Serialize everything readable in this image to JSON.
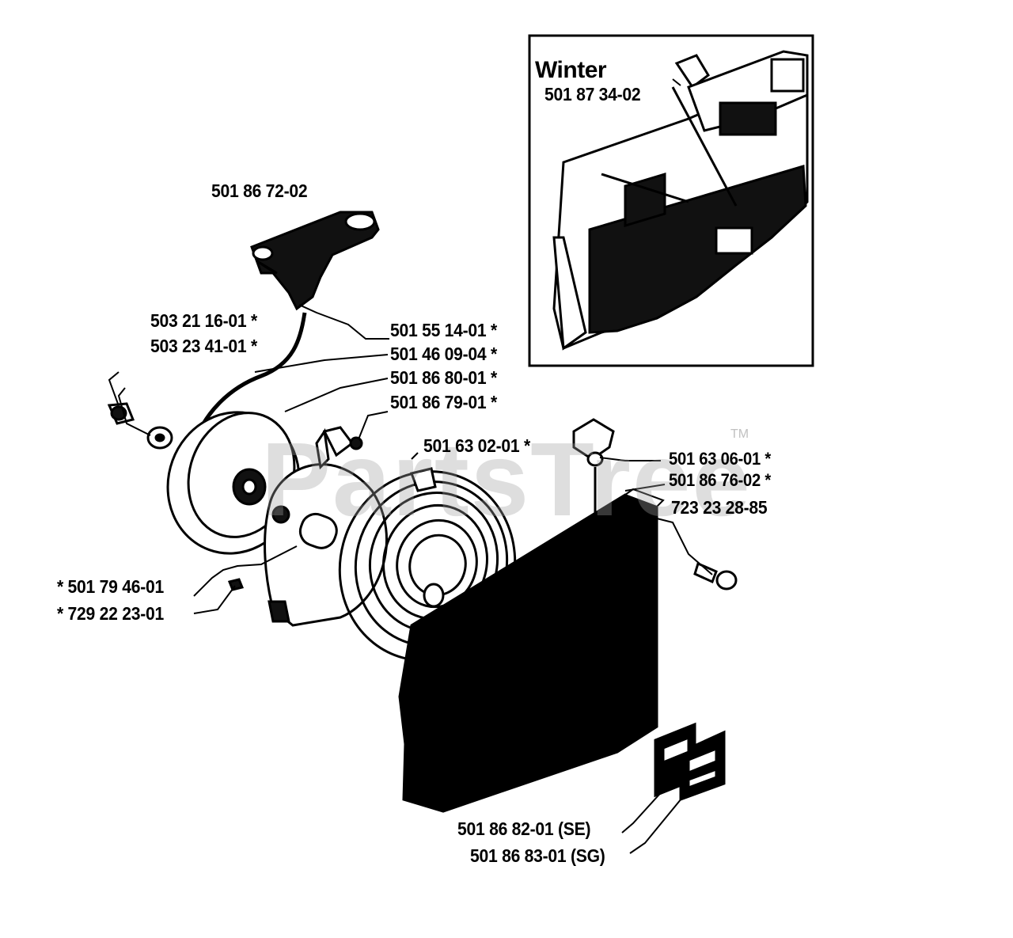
{
  "watermark": {
    "text": "PartsTree",
    "trademark": "TM"
  },
  "inset": {
    "title": "Winter",
    "part_number": "501 87 34-02"
  },
  "labels": {
    "handle": "501 86 72-02",
    "screw_outer": "503 21 16-01  *",
    "washer": "503 23 41-01  *",
    "handle_insert": "501 55 14-01 *",
    "rope": "501 46 09-04  *",
    "pulley": "501 86 80-01  *",
    "pawl": "501 86 79-01  *",
    "spring_housing": "501 63 02-01 *",
    "bushing": "501 63 06-01  *",
    "bushing2": "501 86 76-02  *",
    "cover_screw": "723 23 28-85",
    "centre_spring": "*  501 79 46-01",
    "centre_screw": "*  729 22 23-01",
    "decal_se": "501 86 82-01 (SE)",
    "decal_sg": "501 86 83-01 (SG)"
  }
}
